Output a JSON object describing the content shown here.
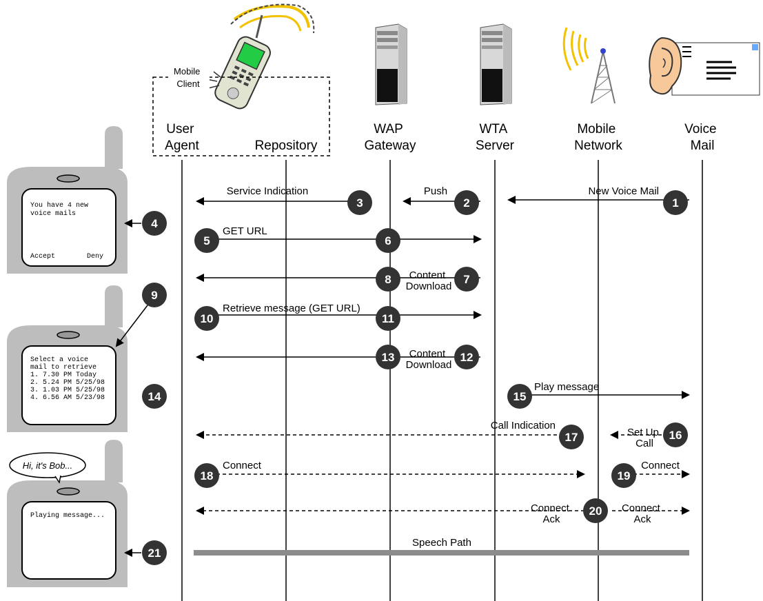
{
  "participants": {
    "mobile_client": "Mobile\nClient",
    "user_agent": "User\nAgent",
    "repository": "Repository",
    "wap_gateway": "WAP\nGateway",
    "wta_server": "WTA\nServer",
    "mobile_network": "Mobile\nNetwork",
    "voice_mail": "Voice\nMail"
  },
  "messages": {
    "new_voice_mail": "New Voice Mail",
    "push": "Push",
    "service_indication": "Service Indication",
    "get_url": "GET URL",
    "content_download": "Content\nDownload",
    "retrieve_message": "Retrieve message (GET URL)",
    "play_message": "Play message",
    "call_indication": "Call Indication",
    "set_up_call": "Set Up\nCall",
    "connect": "Connect",
    "connect_ack": "Connect\nAck",
    "speech_path": "Speech Path"
  },
  "steps": [
    "1",
    "2",
    "3",
    "4",
    "5",
    "6",
    "7",
    "8",
    "9",
    "10",
    "11",
    "12",
    "13",
    "14",
    "15",
    "16",
    "17",
    "18",
    "19",
    "20",
    "21"
  ],
  "phones": {
    "phone1": {
      "screen": "You have 4 new\nvoice mails",
      "soft_left": "Accept",
      "soft_right": "Deny"
    },
    "phone2": {
      "screen": "Select a voice\nmail to retrieve\n\n1. 7.30 PM Today\n2. 5.24 PM 5/25/98\n3. 1.03 PM 5/25/98\n4. 6.56 AM 5/23/98"
    },
    "phone3": {
      "screen": "Playing message..."
    }
  },
  "speech_bubble": "Hi, it's Bob..."
}
